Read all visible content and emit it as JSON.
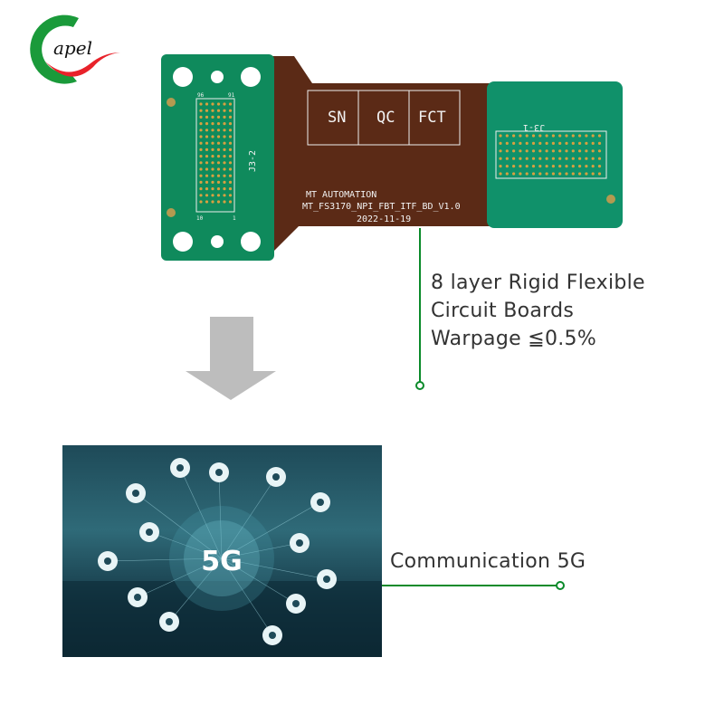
{
  "logo": {
    "text": "apel",
    "colors": {
      "green": "#1a9a3a",
      "red": "#e8222a"
    }
  },
  "board": {
    "label_boxes": [
      "SN",
      "QC",
      "FCT"
    ],
    "connector_left": "J3-2",
    "connector_right": "J3-1",
    "pin_labels": [
      "96",
      "91",
      "1",
      "10"
    ],
    "company": "MT AUTOMATION",
    "part_number": "MT_FS3170_NPI_FBT_ITF_BD_V1.0",
    "date": "2022-11-19",
    "colors": {
      "rigid": "#0f8a5c",
      "flex": "#5b2a16",
      "silkscreen": "#f2f2f2"
    }
  },
  "callout_board": {
    "lines": [
      "8 layer Rigid Flexible",
      "Circuit Boards",
      "Warpage ≦0.5%"
    ]
  },
  "application_image": {
    "center_label": "5G",
    "icons": [
      "globe-icon",
      "wifi-icon",
      "printer-icon",
      "airplane-icon",
      "headphones-icon",
      "chart-icon",
      "phone-icon",
      "people-icon",
      "car-icon",
      "laptop-icon",
      "medical-icon",
      "bus-icon",
      "home-icon"
    ]
  },
  "callout_application": {
    "text": "Communication 5G"
  },
  "accent_color": "#0a8a2a"
}
